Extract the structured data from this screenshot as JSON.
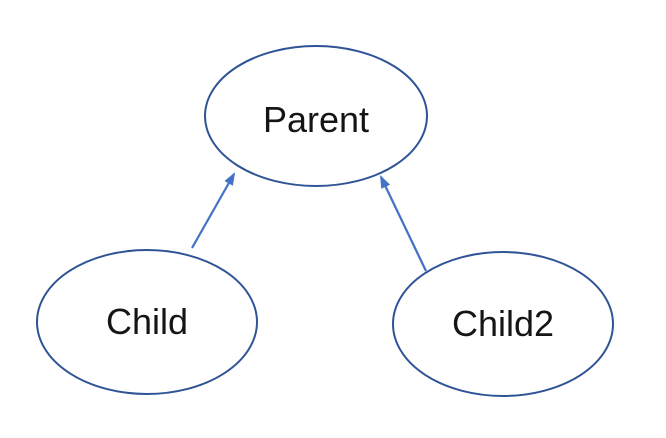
{
  "diagram": {
    "title": "inheritance-diagram",
    "colors": {
      "background": "#FFFFFF",
      "node_fill": "#FFFFFF",
      "node_stroke": "#2F5496",
      "edge": "#4472C4",
      "label": "#151515"
    },
    "nodes": [
      {
        "id": "parent",
        "label": "Parent"
      },
      {
        "id": "child",
        "label": "Child"
      },
      {
        "id": "child2",
        "label": "Child2"
      }
    ],
    "edges": [
      {
        "from": "child",
        "to": "parent",
        "arrowhead": "solid-triangle"
      },
      {
        "from": "child2",
        "to": "parent",
        "arrowhead": "solid-triangle"
      }
    ]
  }
}
